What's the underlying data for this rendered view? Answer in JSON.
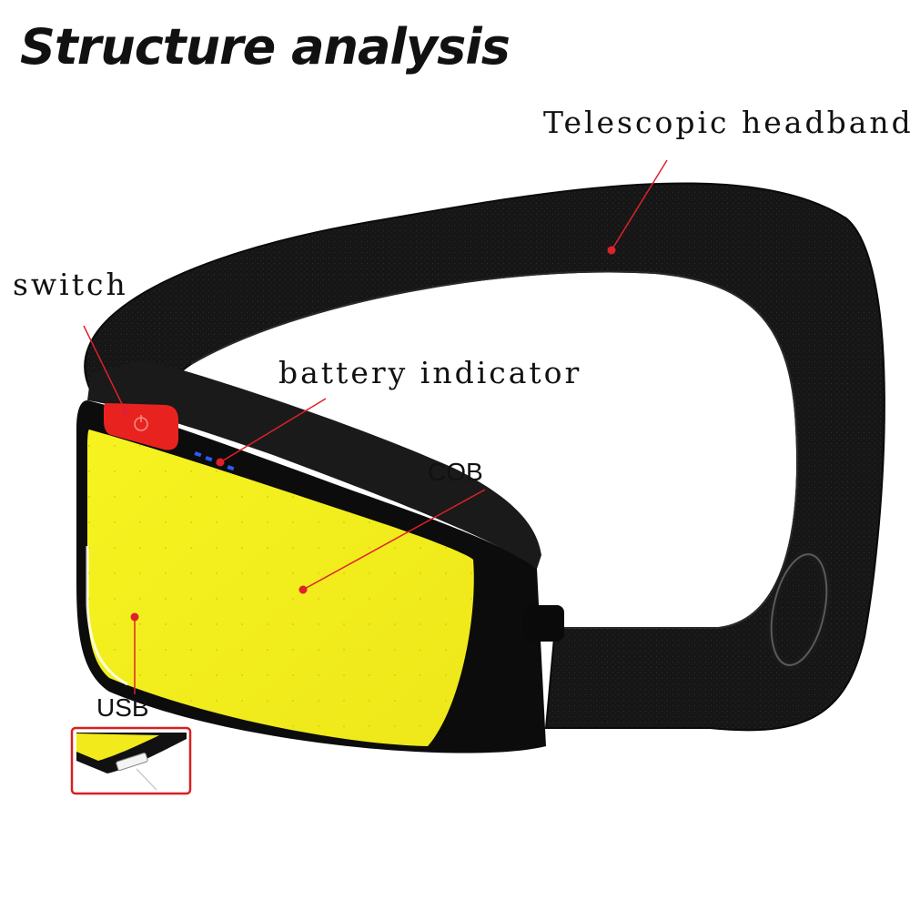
{
  "title": "Structure analysis",
  "labels": {
    "headband": "Telescopic headband",
    "switch": "switch",
    "battery": "battery indicator",
    "cob": "COB",
    "usb": "USB"
  },
  "colors": {
    "band": "#141414",
    "housing": "#0c0c0c",
    "cob_panel": "#f4ef1c",
    "switch_button": "#e8231f",
    "battery_leds": "#2a5cff",
    "leader_lines": "#e0202a"
  },
  "icons": {
    "switch": "power-icon"
  }
}
